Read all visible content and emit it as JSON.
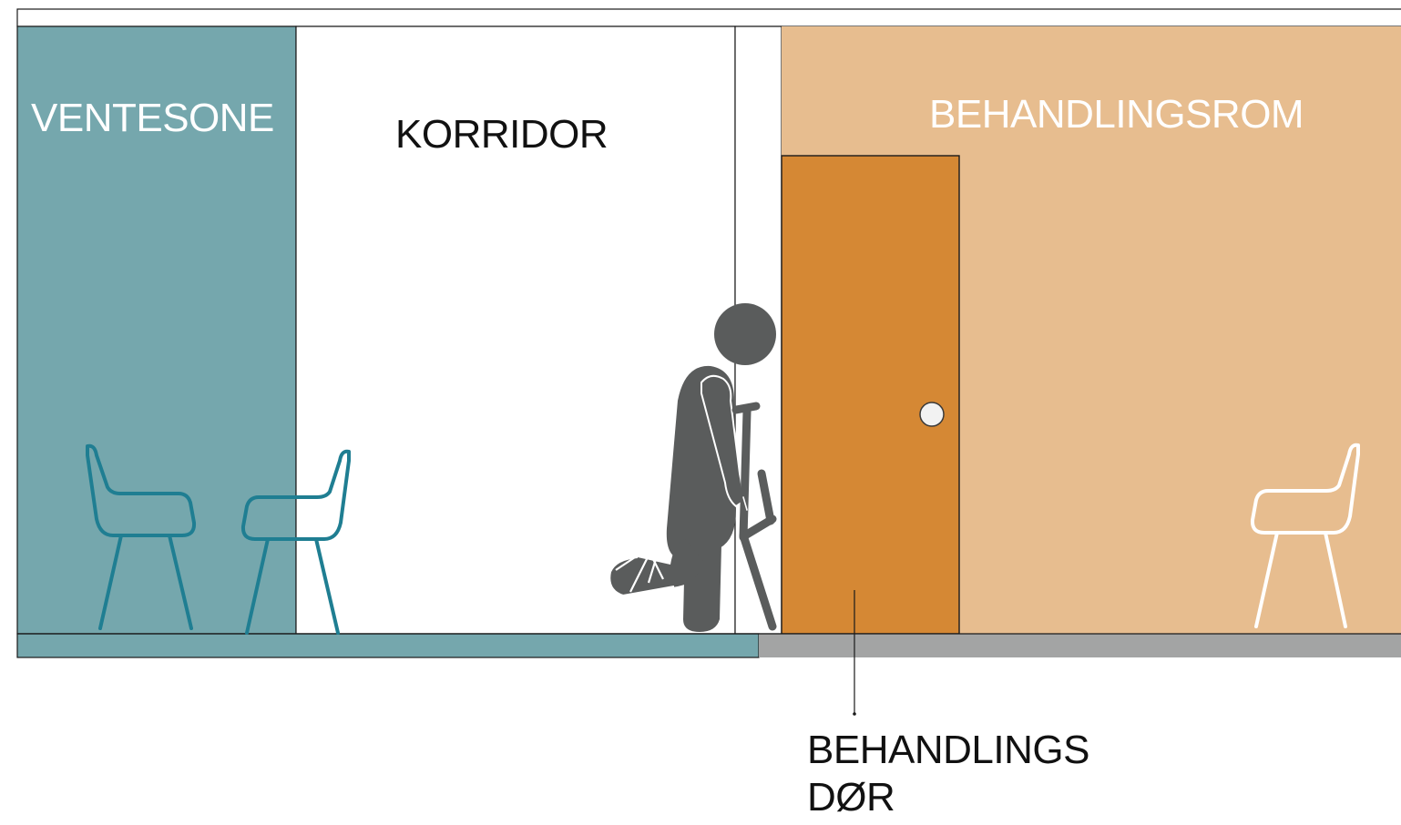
{
  "labels": {
    "waiting_zone": "VENTESONE",
    "corridor": "KORRIDOR",
    "treatment_room": "BEHANDLINGSROM",
    "door_line1": "BEHANDLINGS",
    "door_line2": "DØR"
  },
  "colors": {
    "waiting_zone": "#75a7ad",
    "floor_waiting": "#75a7ad",
    "treatment_room": "#e7bd8f",
    "door": "#d58834",
    "floor_treatment": "#a3a4a4",
    "person": "#5a5c5c",
    "chair_teal": "#1f7e92",
    "chair_white": "#ffffff",
    "outline": "#1a1a1a"
  },
  "icons": {
    "person": "person-on-crutch-icon",
    "chair": "chair-icon",
    "door_knob": "door-knob-icon"
  }
}
